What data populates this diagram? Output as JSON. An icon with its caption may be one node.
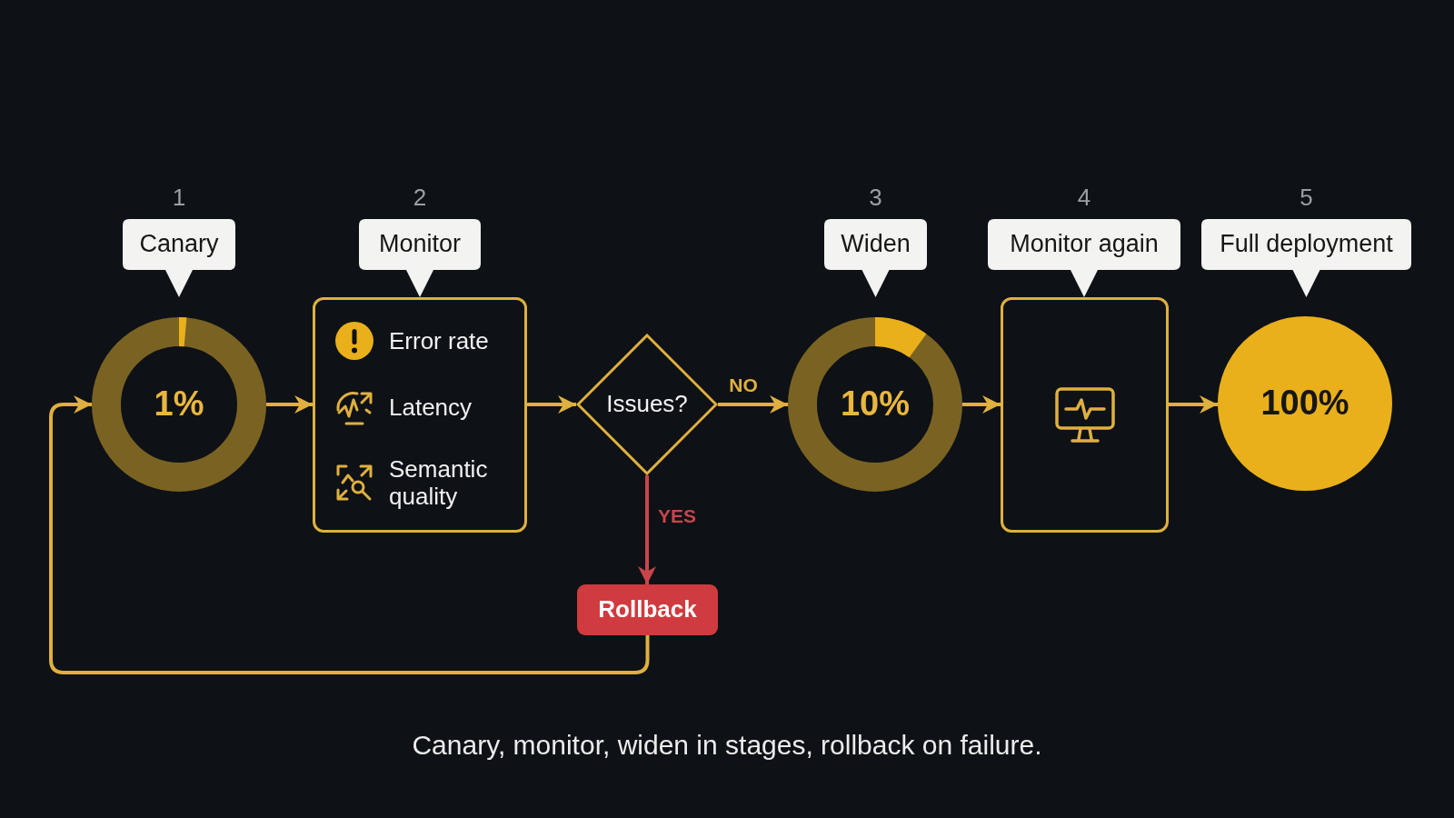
{
  "diagram": {
    "caption": "Canary, monitor, widen in stages, rollback on failure.",
    "nodes": [
      {
        "text": [
          "Canary"
        ],
        "beside": [
          "1"
        ]
      },
      {
        "text": [
          "1%"
        ]
      },
      {
        "text": [
          "Monitor"
        ],
        "beside": [
          "2"
        ]
      },
      {
        "text": [
          "Error rate",
          "Latency",
          "Semantic quality"
        ]
      },
      {
        "text": [
          "Issues?"
        ]
      },
      {
        "text": [
          "Rollback"
        ]
      },
      {
        "text": [
          "Widen"
        ],
        "beside": [
          "3"
        ]
      },
      {
        "text": [
          "10%"
        ]
      },
      {
        "text": [
          "Monitor again"
        ],
        "beside": [
          "4"
        ]
      },
      {
        "text": [],
        "shape": "box"
      },
      {
        "text": [
          "Full deployment"
        ],
        "beside": [
          "5"
        ]
      },
      {
        "text": [
          "100%"
        ]
      }
    ],
    "edges": [
      {
        "from": 1,
        "to": 3,
        "arrow": "to"
      },
      {
        "from": 3,
        "to": 4,
        "arrow": "to"
      },
      {
        "from": 4,
        "to": 7,
        "arrow": "to",
        "label": "NO"
      },
      {
        "from": 4,
        "to": 5,
        "arrow": "to",
        "label": "YES",
        "color": "#c9454b"
      },
      {
        "from": 5,
        "to": 1,
        "arrow": "to"
      },
      {
        "from": 7,
        "to": 9,
        "arrow": "to"
      },
      {
        "from": 9,
        "to": 11,
        "arrow": "to"
      }
    ]
  }
}
